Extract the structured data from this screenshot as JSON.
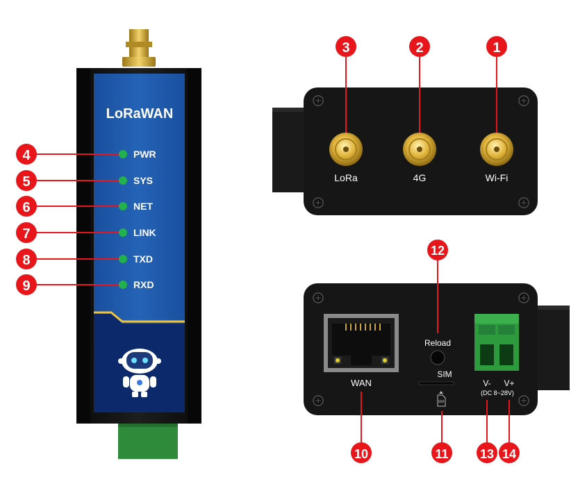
{
  "device": {
    "brand": "LoRaWAN",
    "indicators": [
      {
        "num": "4",
        "label": "PWR"
      },
      {
        "num": "5",
        "label": "SYS"
      },
      {
        "num": "6",
        "label": "NET"
      },
      {
        "num": "7",
        "label": "LINK"
      },
      {
        "num": "8",
        "label": "TXD"
      },
      {
        "num": "9",
        "label": "RXD"
      }
    ]
  },
  "top_panel": {
    "antennas": [
      {
        "num": "3",
        "label": "LoRa"
      },
      {
        "num": "2",
        "label": "4G"
      },
      {
        "num": "1",
        "label": "Wi-Fi"
      }
    ]
  },
  "bottom_panel": {
    "wan": {
      "num": "10",
      "label": "WAN"
    },
    "sim": {
      "num": "11",
      "label": "SIM",
      "icon_text": "SIM"
    },
    "reload": {
      "num": "12",
      "label": "Reload"
    },
    "vminus": {
      "num": "13",
      "label": "V-"
    },
    "vplus": {
      "num": "14",
      "label": "V+"
    },
    "power_spec": "(DC 8~28V)"
  },
  "colors": {
    "badge": "#e8151b",
    "led": "#22b14c",
    "panel_blue": "#1f57a8",
    "panel_navy": "#0c2a6b",
    "body": "#121212"
  }
}
